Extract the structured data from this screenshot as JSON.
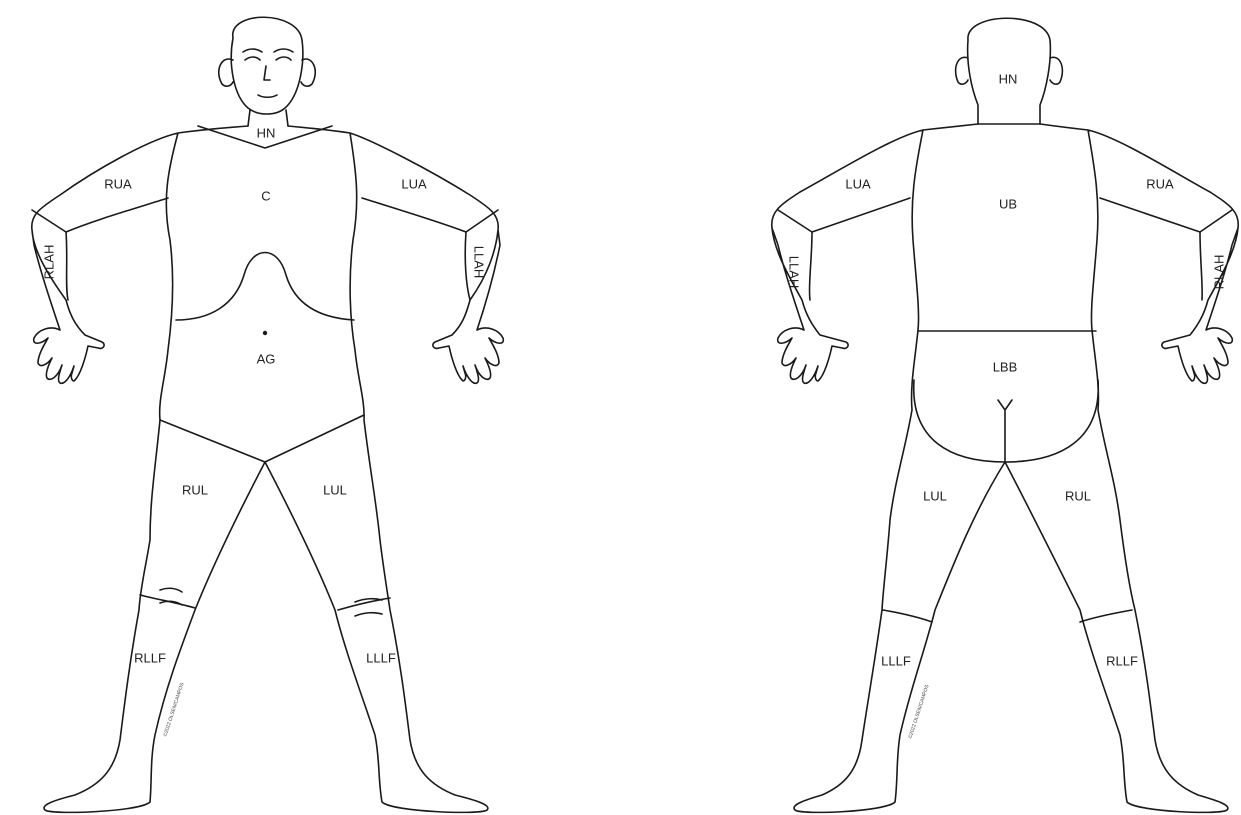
{
  "front": {
    "labels": {
      "hn": "HN",
      "c": "C",
      "ag": "AG",
      "rua": "RUA",
      "lua": "LUA",
      "rlah": "RLAH",
      "llah": "LLAH",
      "rul": "RUL",
      "lul": "LUL",
      "rllf": "RLLF",
      "lllf": "LLLF"
    },
    "signature": "©2022 OLSEN/CAMPOS"
  },
  "back": {
    "labels": {
      "hn": "HN",
      "ub": "UB",
      "lbb": "LBB",
      "lua": "LUA",
      "rua": "RUA",
      "llah": "LLAH",
      "rlah": "RLAH",
      "lul": "LUL",
      "rul": "RUL",
      "lllf": "LLLF",
      "rllf": "RLLF"
    },
    "signature": "©2022 OLSEN/CAMPOS"
  }
}
